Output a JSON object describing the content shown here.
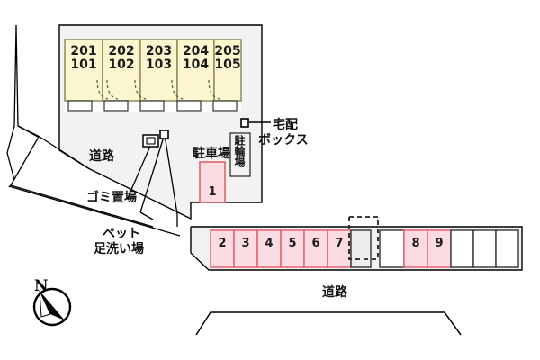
{
  "plan": {
    "type": "site-layout-plan",
    "colors": {
      "unit_fill": "#fbf6cf",
      "unit_stroke": "#8a8252",
      "site_fill": "#f2f2f2",
      "stall_pink_fill": "#fcdbe3",
      "stall_pink_stroke": "#e2626f",
      "stall_plain_fill": "#ffffff",
      "stall_plain_stroke": "#333333",
      "line": "#000000",
      "background": "#ffffff"
    },
    "building": {
      "name": "apartment-building",
      "units": [
        {
          "upper": "201",
          "lower": "101"
        },
        {
          "upper": "202",
          "lower": "102"
        },
        {
          "upper": "203",
          "lower": "103"
        },
        {
          "upper": "204",
          "lower": "104"
        },
        {
          "upper": "205",
          "lower": "105"
        }
      ]
    },
    "labels": {
      "parking_lot": "駐車場",
      "bicycle_parking": "駐輪場",
      "delivery_box": "宅配\nボックス",
      "delivery_box_line1": "宅配",
      "delivery_box_line2": "ボックス",
      "road_left": "道路",
      "road_bottom": "道路",
      "garbage": "ゴミ置場",
      "pet_wash_line1": "ペット",
      "pet_wash_line2": "足洗い場",
      "compass_north": "N"
    },
    "parking": {
      "north_lot_stalls": [
        {
          "number": "1",
          "highlighted": true
        }
      ],
      "south_lot_stalls": [
        {
          "number": "2",
          "highlighted": true
        },
        {
          "number": "3",
          "highlighted": true
        },
        {
          "number": "4",
          "highlighted": true
        },
        {
          "number": "5",
          "highlighted": true
        },
        {
          "number": "6",
          "highlighted": true
        },
        {
          "number": "7",
          "highlighted": true
        },
        {
          "number": "",
          "highlighted": false
        },
        {
          "number": "",
          "highlighted": false
        },
        {
          "number": "8",
          "highlighted": true
        },
        {
          "number": "9",
          "highlighted": true
        },
        {
          "number": "",
          "highlighted": false
        },
        {
          "number": "",
          "highlighted": false
        },
        {
          "number": "",
          "highlighted": false
        },
        {
          "number": "",
          "highlighted": false
        },
        {
          "number": "",
          "highlighted": false
        }
      ]
    }
  }
}
